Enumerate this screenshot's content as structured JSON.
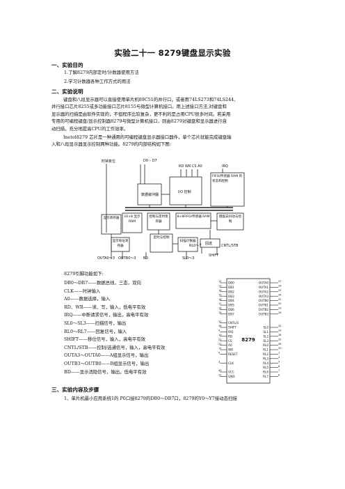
{
  "title": "实验二十一   8279键盘显示实验",
  "sections": [
    {
      "heading": "一、实验目的",
      "items": [
        "1.了解8279内部定时/计数器使用方法",
        "2.学习计数器各种工作方式的用法"
      ]
    },
    {
      "heading": "二、实验说明"
    },
    {
      "heading": "三、实验内容及步骤"
    }
  ],
  "para1": [
    "键盘和八段显示器可以直接使用单片机89C51的并行口，或者用74LS273和74LS244、",
    "并行接口芯片8255或多功能接口芯片8155与微型计算机接口。用上述接口方法,对键盘和",
    "显示器的扫描是由软件实现的，不但程序比较复杂，更不利的是占用CPU很多时间。若采用",
    "专用的可编程键盘/显示控制器8279与微型计算机接口，则由8279对键盘和显示器进行自",
    "动扫描，充分地提高CPU的工作效率。"
  ],
  "para2": [
    "Inetel8279 芯片是一种通用的可编程键盘显示器接口器件，单个芯片就能完成键盘输",
    "入和八段显示器显示控制两种功能。8279的内部结构如下图:"
  ],
  "diagram": {
    "labels_top": [
      "时钟复位",
      "D0 – D7",
      "RD WR CS A0",
      "IRQ"
    ],
    "blocks": [
      "数据缓冲器",
      "I/O 控制",
      "FIFO/传感器 RAM 的状态和控制",
      "显示寄存器",
      "16×8 显示 RAM",
      "控制与定时寄存器",
      "8×8FIFO/传感器 RAM",
      "键盘去抖动与控制",
      "定时与控制",
      "显示地址寄存器",
      "扫描计数器",
      "回送"
    ],
    "labels_bottom": [
      "OUTA0～3",
      "OUTB0～3",
      "BD",
      "SL0～3",
      "RL0～7",
      "CNTL/STB",
      "SHIFT"
    ]
  },
  "pins_title": "8279引脚功能如下:",
  "pins": [
    "DB0～DB7——数据总线，三态，双向",
    "CLK——时钟输入",
    "A0——数据选择，输入",
    "RD、WR——读、写，输入，低电平有效",
    "IRQ——中断请求信号，输出，高电平有效",
    "SL0～SL3——扫描信号，输出",
    "RL0～RL7——回复信号，输入",
    "SHIFT——移位信号，输入，高电平有效",
    "CNTL/STB——控制/选通信号，输入，高电平有效",
    "OUTA3～OUTA0——A组显示信号，输出",
    "OUTB3～OUTB0——B组显示信号，输出",
    "BD——显示消隐信号，输出，低电平有效"
  ],
  "chip": {
    "name": "8279",
    "left_pins": [
      "DB0",
      "DB1",
      "DB2",
      "DB3",
      "DB4",
      "DB5",
      "DB6",
      "DB7",
      "",
      "CNTL/S",
      "SHIFT",
      "IRQ",
      "RD",
      "CS",
      "A0",
      "WR",
      "RESET",
      "",
      "CLK",
      "",
      "VCC",
      "GND"
    ],
    "left_nums": [
      "12",
      "13",
      "14",
      "15",
      "16",
      "17",
      "18",
      "19",
      "",
      "37",
      "36",
      "4",
      "10",
      "22",
      "21",
      "11",
      "9",
      "",
      "3",
      "",
      "40",
      "20"
    ],
    "right_pins": [
      "OUTA0",
      "OUTA1",
      "OUTA2",
      "OUTA3",
      "OUTB0",
      "OUTB1",
      "OUTB2",
      "OUTB3",
      "",
      "",
      "SL0",
      "SL1",
      "SL2",
      "SL3",
      "RL0",
      "RL1",
      "RL2",
      "RL3",
      "RL4",
      "RL5",
      "RL6",
      "RL7"
    ],
    "right_nums": [
      "27",
      "26",
      "25",
      "24",
      "31",
      "30",
      "29",
      "28",
      "",
      "",
      "32",
      "33",
      "34",
      "35",
      "38",
      "39",
      "1",
      "2",
      "5",
      "6",
      "7",
      "8"
    ]
  },
  "step1": "1、单片机最小应用系统1的 P0口接8279的DB0～DB7口，8279的Y0～Y7接动态扫描"
}
